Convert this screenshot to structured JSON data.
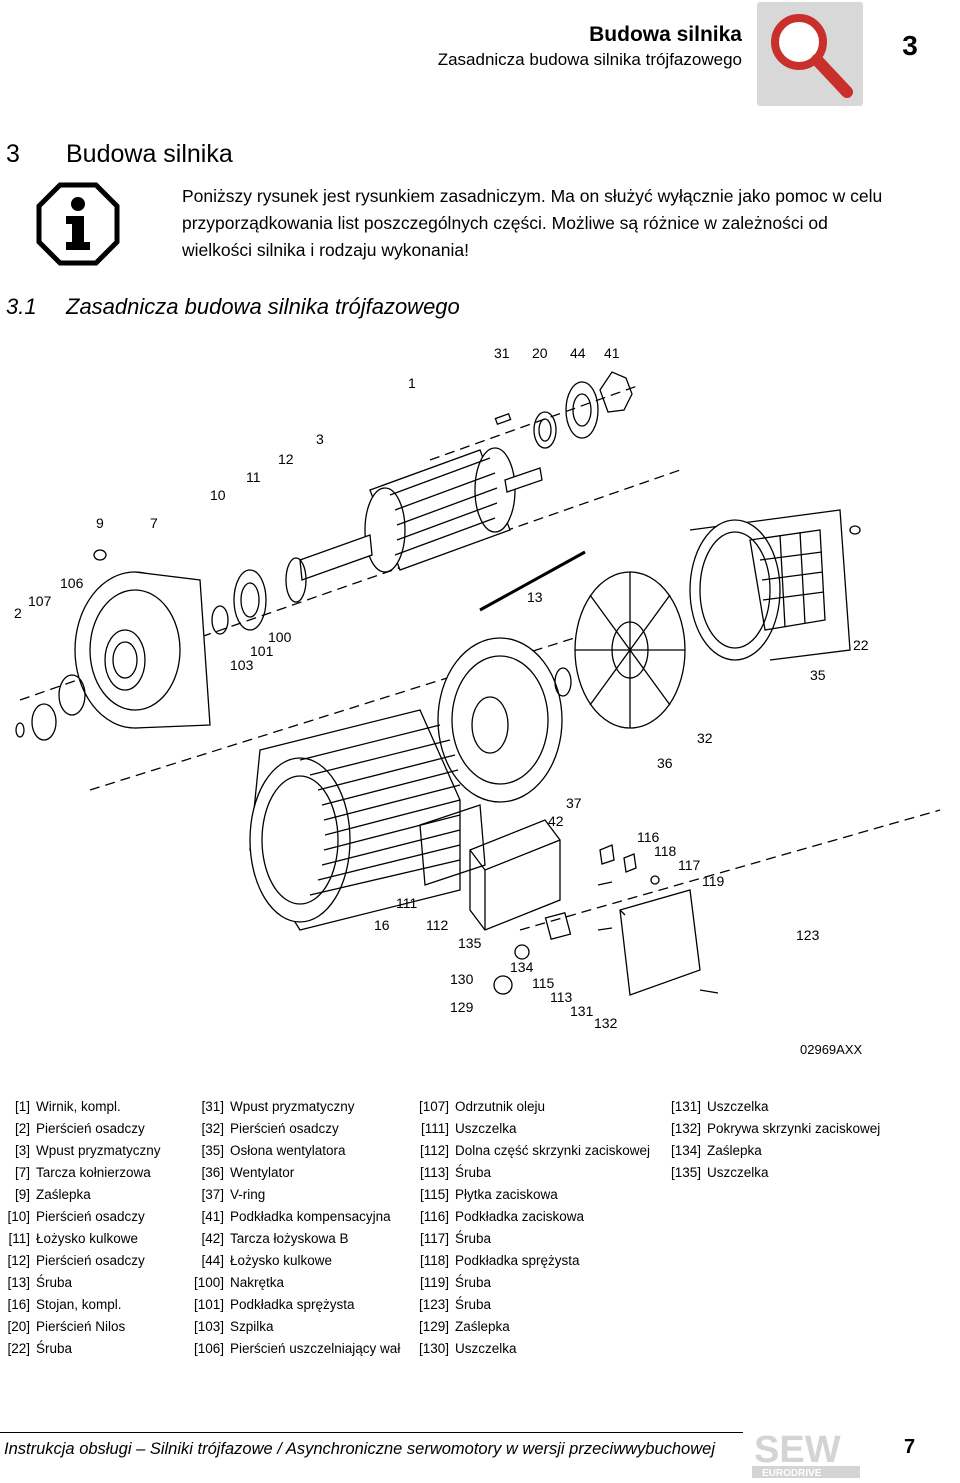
{
  "header": {
    "title": "Budowa silnika",
    "subtitle": "Zasadnicza budowa silnika trójfazowego",
    "chapter_number": "3"
  },
  "section": {
    "number": "3",
    "title": "Budowa silnika"
  },
  "info_note": "Poniższy rysunek jest rysunkiem zasadniczym. Ma on służyć wyłącznie jako pomoc w celu przyporządkowania list poszczególnych części. Możliwe są różnice w zależności od wielkości silnika i rodzaju wykonania!",
  "subsection": {
    "number": "3.1",
    "title": "Zasadnicza budowa silnika trójfazowego"
  },
  "drawing": {
    "callouts": [
      "1",
      "31",
      "20",
      "44",
      "41",
      "3",
      "12",
      "11",
      "10",
      "9",
      "7",
      "106",
      "107",
      "2",
      "13",
      "100",
      "101",
      "103",
      "22",
      "35",
      "32",
      "36",
      "37",
      "42",
      "116",
      "118",
      "117",
      "119",
      "111",
      "16",
      "112",
      "135",
      "123",
      "134",
      "130",
      "115",
      "113",
      "129",
      "131",
      "132"
    ],
    "code": "02969AXX"
  },
  "legend": {
    "col1": [
      {
        "key": "[1]",
        "label": "Wirnik, kompl."
      },
      {
        "key": "[2]",
        "label": "Pierścień osadczy"
      },
      {
        "key": "[3]",
        "label": "Wpust pryzmatyczny"
      },
      {
        "key": "[7]",
        "label": "Tarcza kołnierzowa"
      },
      {
        "key": "[9]",
        "label": "Zaślepka"
      },
      {
        "key": "[10]",
        "label": "Pierścień osadczy"
      },
      {
        "key": "[11]",
        "label": "Łożysko kulkowe"
      },
      {
        "key": "[12]",
        "label": "Pierścień osadczy"
      },
      {
        "key": "[13]",
        "label": "Śruba"
      },
      {
        "key": "[16]",
        "label": "Stojan, kompl."
      },
      {
        "key": "[20]",
        "label": "Pierścień Nilos"
      },
      {
        "key": "[22]",
        "label": "Śruba"
      }
    ],
    "col2": [
      {
        "key": "[31]",
        "label": "Wpust pryzmatyczny"
      },
      {
        "key": "[32]",
        "label": "Pierścień osadczy"
      },
      {
        "key": "[35]",
        "label": "Osłona wentylatora"
      },
      {
        "key": "[36]",
        "label": "Wentylator"
      },
      {
        "key": "[37]",
        "label": "V-ring"
      },
      {
        "key": "[41]",
        "label": "Podkładka kompensacyjna"
      },
      {
        "key": "[42]",
        "label": "Tarcza łożyskowa B"
      },
      {
        "key": "[44]",
        "label": "Łożysko kulkowe"
      },
      {
        "key": "[100]",
        "label": "Nakrętka"
      },
      {
        "key": "[101]",
        "label": "Podkładka sprężysta"
      },
      {
        "key": "[103]",
        "label": "Szpilka"
      },
      {
        "key": "[106]",
        "label": "Pierścień uszczelniający wał"
      }
    ],
    "col3": [
      {
        "key": "[107]",
        "label": "Odrzutnik oleju"
      },
      {
        "key": "[111]",
        "label": "Uszczelka"
      },
      {
        "key": "[112]",
        "label": "Dolna część skrzynki zaciskowej"
      },
      {
        "key": "[113]",
        "label": "Śruba"
      },
      {
        "key": "[115]",
        "label": "Płytka zaciskowa"
      },
      {
        "key": "[116]",
        "label": "Podkładka zaciskowa"
      },
      {
        "key": "[117]",
        "label": "Śruba"
      },
      {
        "key": "[118]",
        "label": "Podkładka sprężysta"
      },
      {
        "key": "[119]",
        "label": "Śruba"
      },
      {
        "key": "[123]",
        "label": "Śruba"
      },
      {
        "key": "[129]",
        "label": "Zaślepka"
      },
      {
        "key": "[130]",
        "label": "Uszczelka"
      }
    ],
    "col4": [
      {
        "key": "[131]",
        "label": "Uszczelka"
      },
      {
        "key": "[132]",
        "label": "Pokrywa skrzynki zaciskowej"
      },
      {
        "key": "[134]",
        "label": "Zaślepka"
      },
      {
        "key": "[135]",
        "label": "Uszczelka"
      }
    ]
  },
  "footer": {
    "text": "Instrukcja obsługi – Silniki trójfazowe / Asynchroniczne serwomotory w wersji przeciwwybuchowej",
    "page": "7",
    "logo_text": "SEW",
    "logo_subtext": "EURODRIVE"
  }
}
